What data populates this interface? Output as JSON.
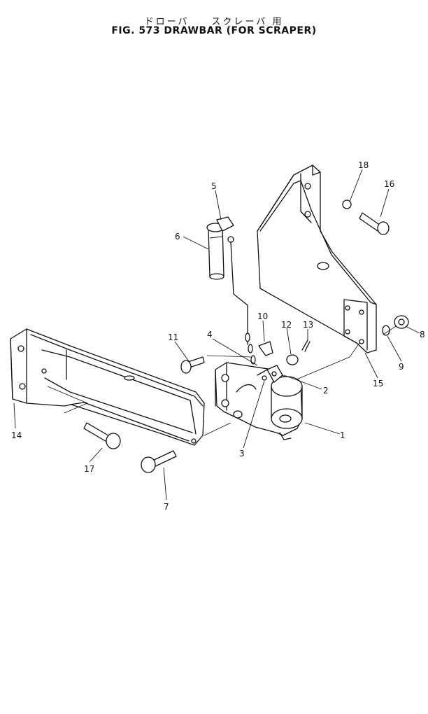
{
  "header": {
    "title_jp": "ドローバ　　スクレーバ 用",
    "title_main": "FIG. 573  DRAWBAR (FOR SCRAPER)"
  },
  "callouts": {
    "c1": "1",
    "c2": "2",
    "c3": "3",
    "c4": "4",
    "c5": "5",
    "c6": "6",
    "c7": "7",
    "c8": "8",
    "c9": "9",
    "c10": "10",
    "c11": "11",
    "c12": "12",
    "c13": "13",
    "c14": "14",
    "c15": "15",
    "c16": "16",
    "c17": "17",
    "c18": "18"
  }
}
